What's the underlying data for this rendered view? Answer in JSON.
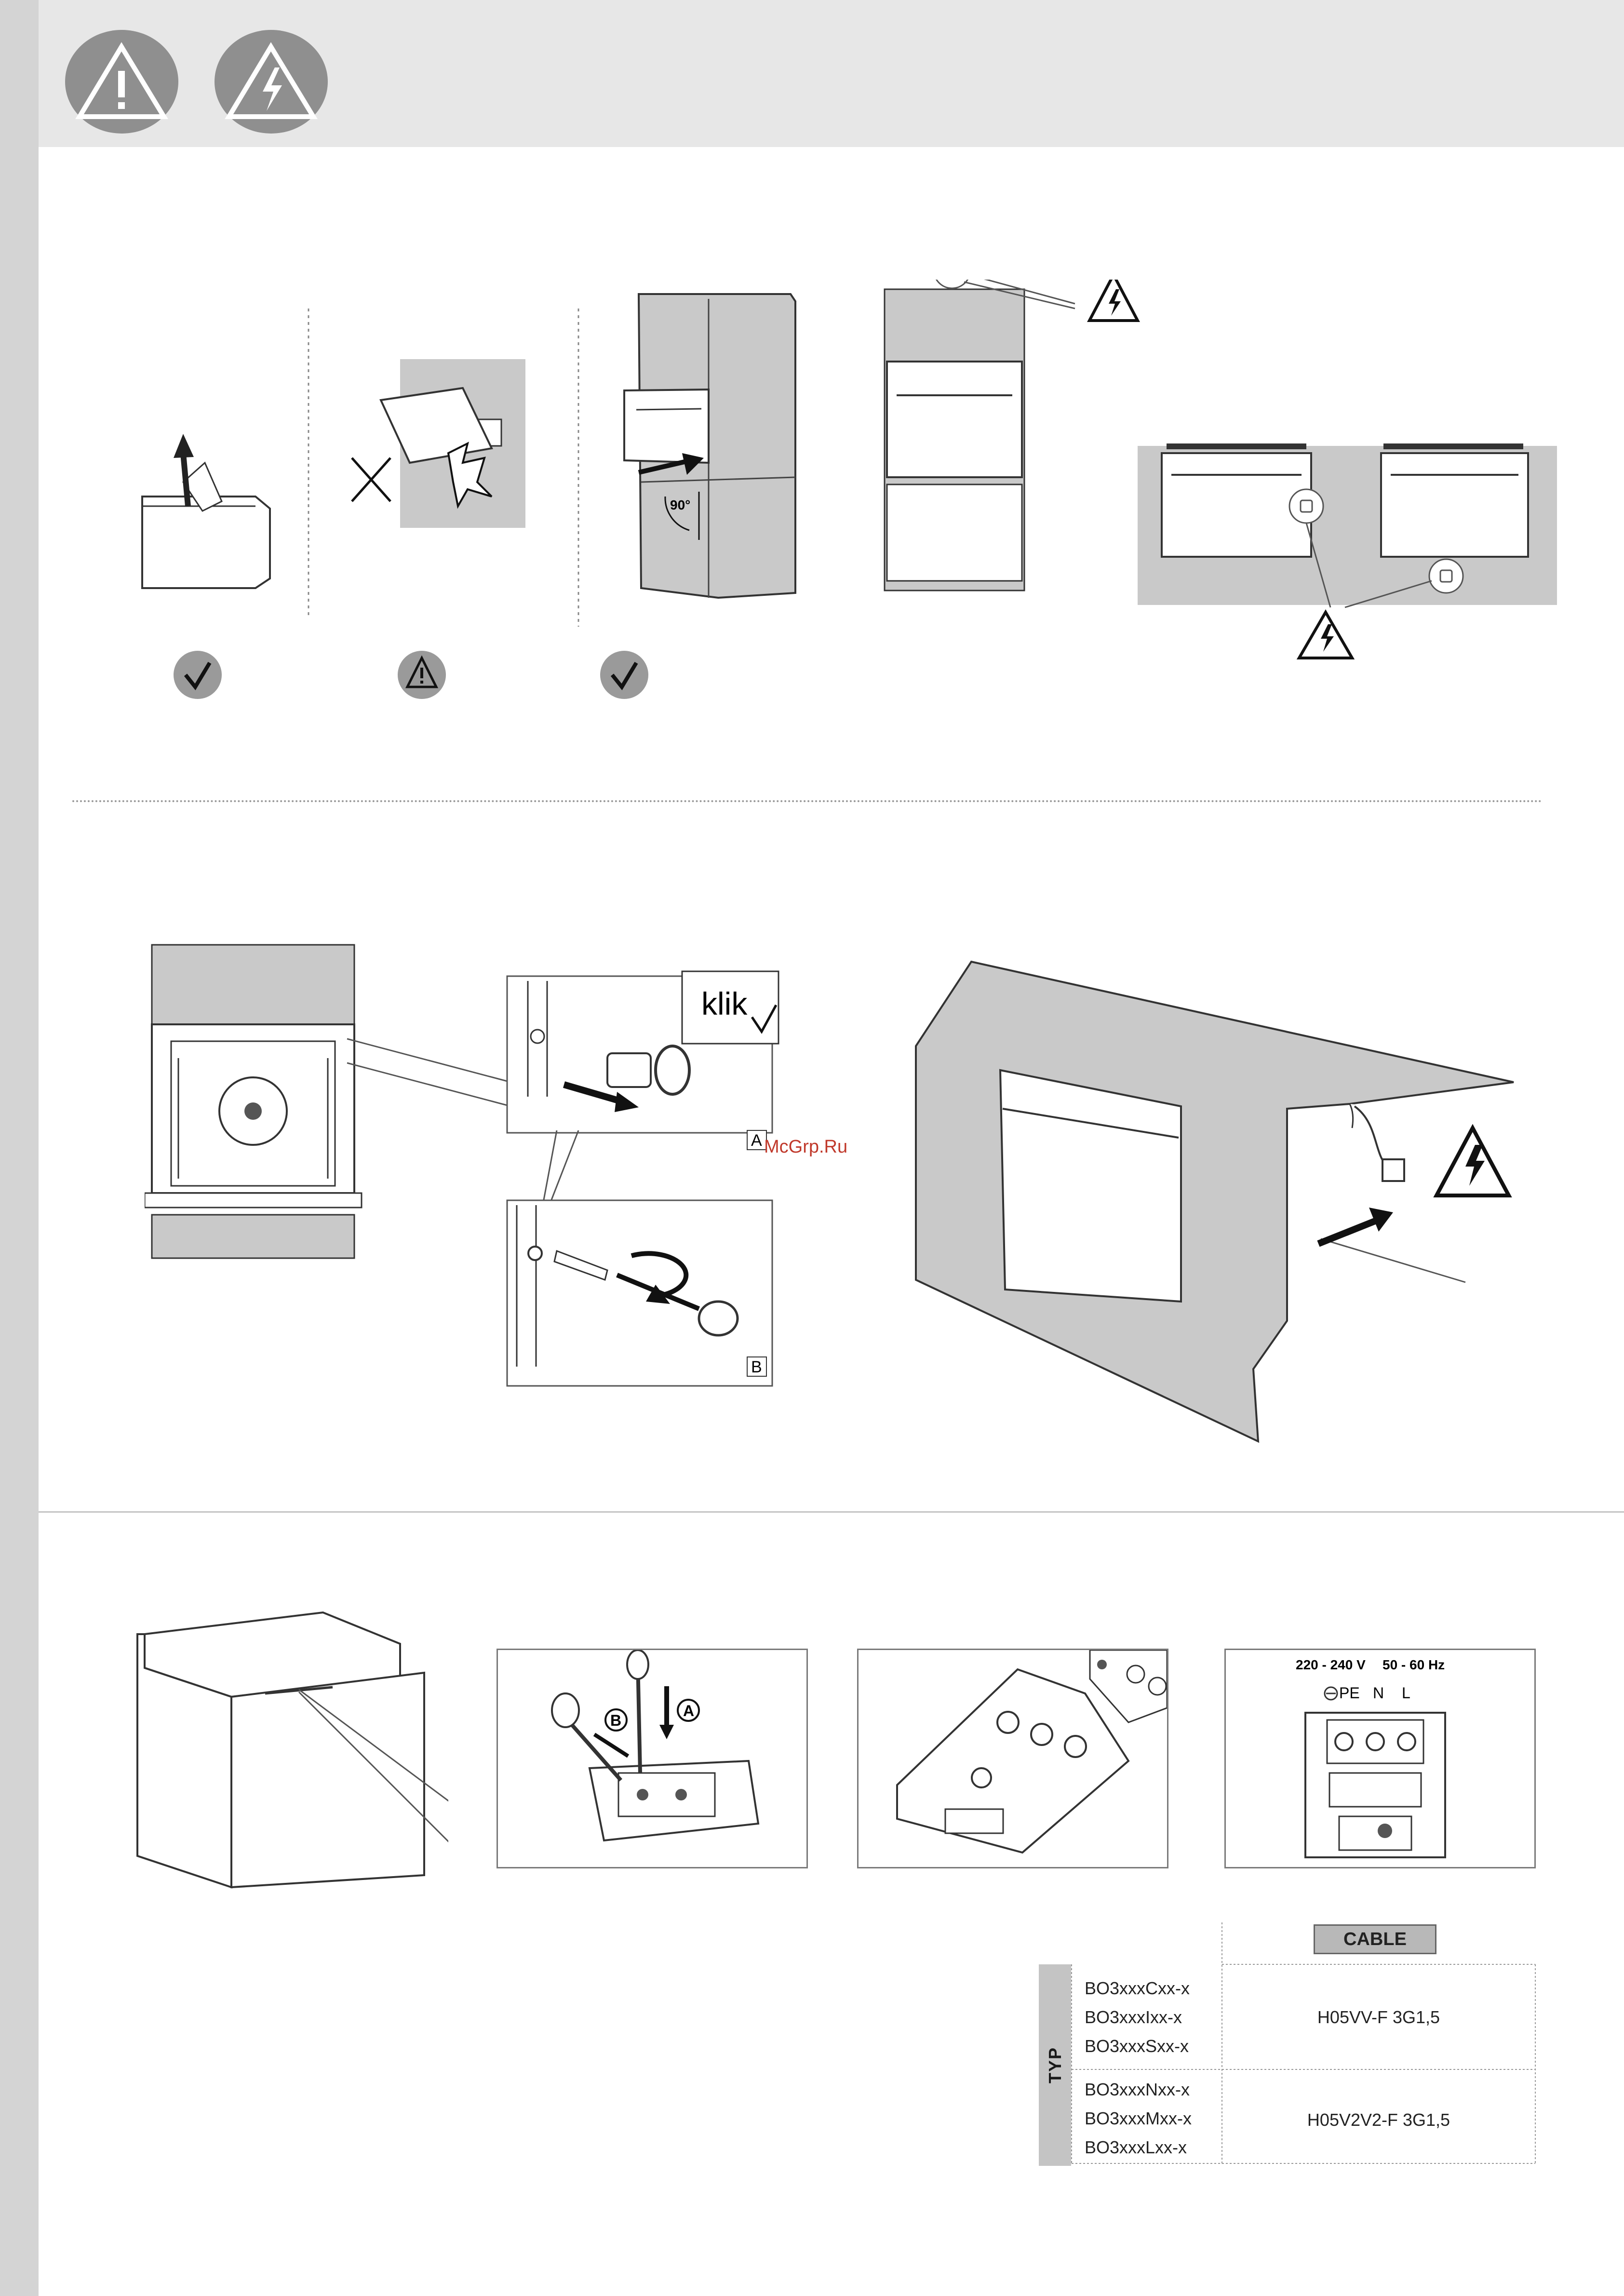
{
  "warnings": {
    "general_icon": "exclamation-warning-icon",
    "electric_icon": "electric-shock-warning-icon"
  },
  "step1": {
    "angle_label": "90°",
    "status_icons": [
      "checkmark-icon",
      "warning-icon",
      "checkmark-icon"
    ]
  },
  "step2": {
    "klik_label": "klik",
    "label_a": "A",
    "label_b": "B"
  },
  "watermark": "McGrp.Ru",
  "wiring": {
    "callout_a": "A",
    "callout_b": "B",
    "voltage": "220 - 240 V",
    "frequency": "50 - 60 Hz",
    "terminal_pe": "PE",
    "terminal_n": "N",
    "terminal_l": "L"
  },
  "cable_table": {
    "header": "CABLE",
    "row_label": "TYP",
    "groups": [
      {
        "models": [
          "BO3xxxCxx-x",
          "BO3xxxIxx-x",
          "BO3xxxSxx-x"
        ],
        "cable": "H05VV-F 3G1,5"
      },
      {
        "models": [
          "BO3xxxNxx-x",
          "BO3xxxMxx-x",
          "BO3xxxLxx-x"
        ],
        "cable": "H05V2V2-F 3G1,5"
      }
    ]
  },
  "colors": {
    "band": "#e7e7e7",
    "strip": "#d4d4d4",
    "icon_disc": "#8f8f8f",
    "cabinet": "#c9c9c9"
  }
}
